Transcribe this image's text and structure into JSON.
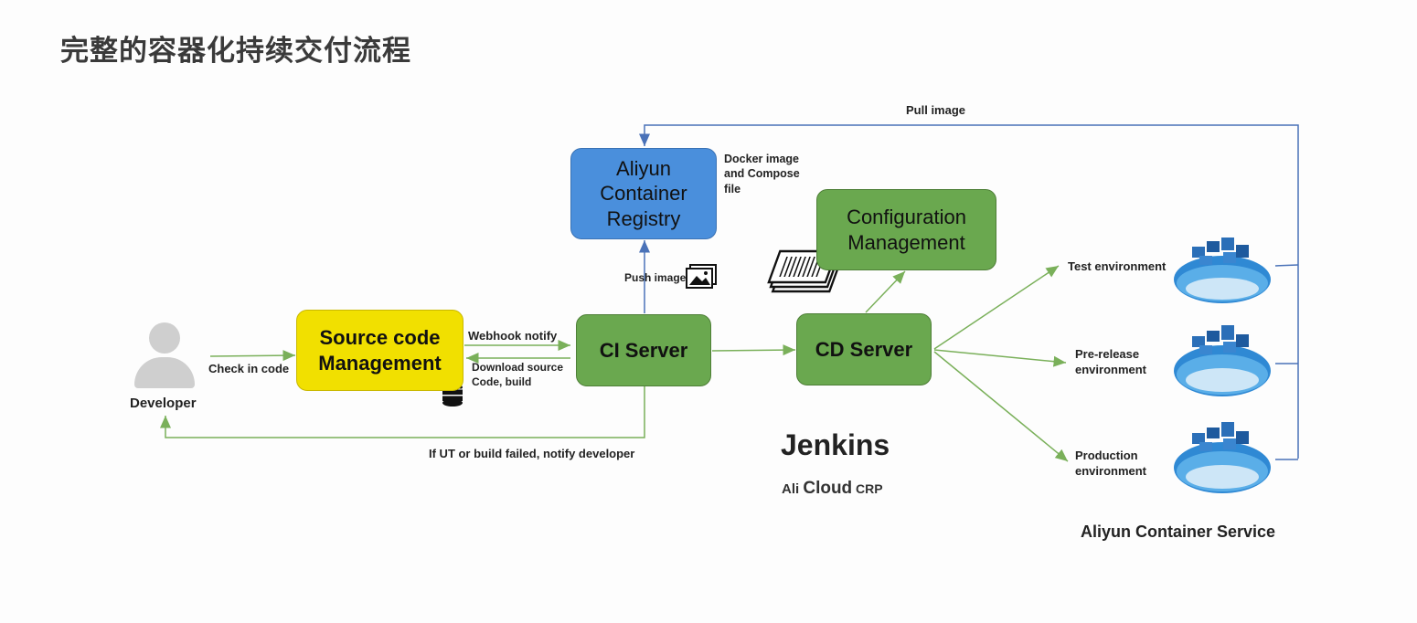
{
  "title": "完整的容器化持续交付流程",
  "nodes": {
    "developer": "Developer",
    "scm": "Source code\nManagement",
    "ci": "CI Server",
    "registry": "Aliyun\nContainer\nRegistry",
    "config": "Configuration\nManagement",
    "cd": "CD Server"
  },
  "edges": {
    "checkin": "Check in code",
    "webhook": "Webhook notify",
    "download": "Download source\nCode, build",
    "failed": "If UT or build failed, notify developer",
    "push": "Push image",
    "docker_compose": "Docker image\nand Compose\nfile",
    "pull": "Pull image"
  },
  "environments": [
    "Test environment",
    "Pre-release\nenvironment",
    "Production\nenvironment"
  ],
  "jenkins": "Jenkins",
  "alicloud": {
    "prefix": "Ali ",
    "main": "Cloud",
    "suffix": " CRP"
  },
  "service_label": "Aliyun Container Service",
  "colors": {
    "green": "#6aa84f",
    "yellow": "#f1e000",
    "blue": "#4a8fdc",
    "line_green": "#7ab05a",
    "line_blue": "#4a72b8"
  }
}
